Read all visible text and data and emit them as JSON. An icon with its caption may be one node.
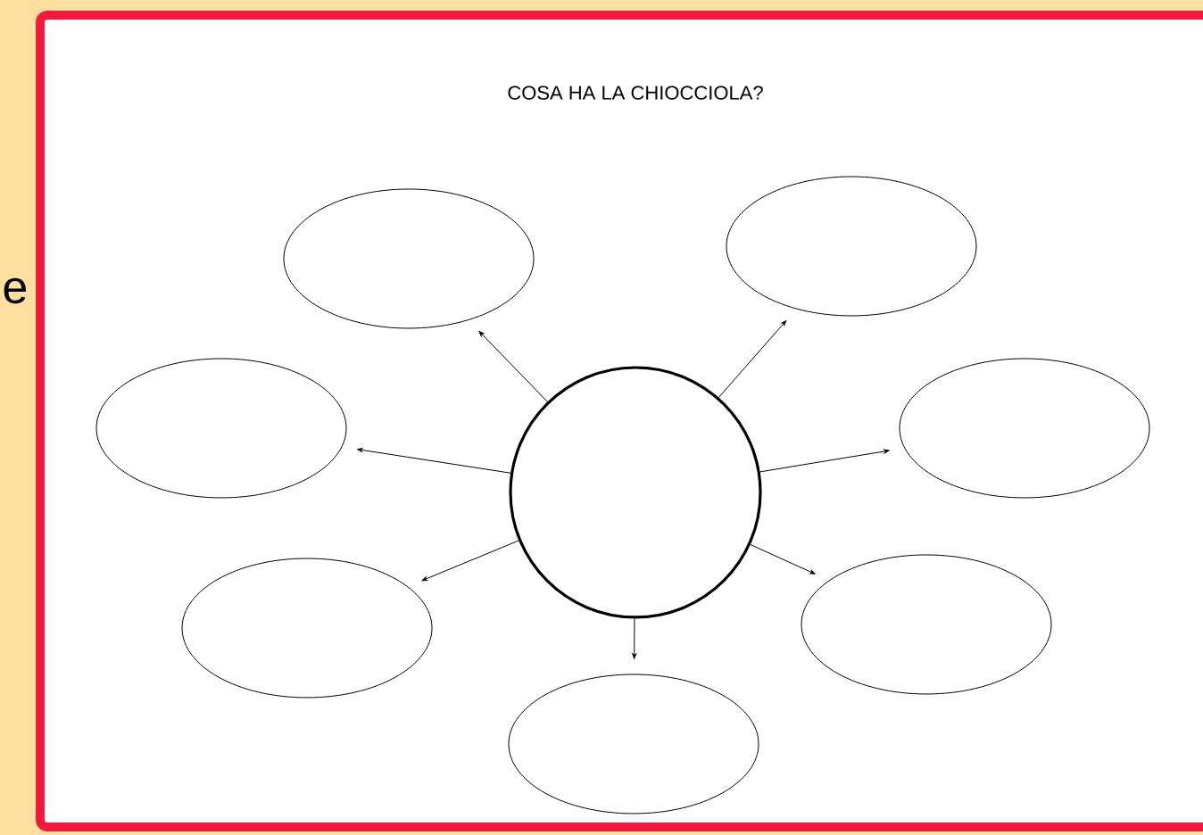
{
  "diagram": {
    "title": "COSA HA LA CHIOCCIOLA?",
    "nodes": [
      {
        "text": [],
        "shape": "circle"
      },
      {
        "text": [],
        "shape": "ellipse"
      },
      {
        "text": [],
        "shape": "ellipse"
      },
      {
        "text": [],
        "shape": "ellipse"
      },
      {
        "text": [],
        "shape": "ellipse"
      },
      {
        "text": [],
        "shape": "ellipse"
      },
      {
        "text": [],
        "shape": "ellipse"
      },
      {
        "text": [],
        "shape": "ellipse"
      }
    ],
    "edges": [
      {
        "from": 0,
        "to": 1,
        "arrow": "to"
      },
      {
        "from": 0,
        "to": 2,
        "arrow": "to"
      },
      {
        "from": 0,
        "to": 3,
        "arrow": "to"
      },
      {
        "from": 0,
        "to": 4,
        "arrow": "to"
      },
      {
        "from": 0,
        "to": 5,
        "arrow": "to"
      },
      {
        "from": 0,
        "to": 6,
        "arrow": "to"
      },
      {
        "from": 0,
        "to": 7,
        "arrow": "to"
      }
    ],
    "labels": [
      "e"
    ]
  }
}
